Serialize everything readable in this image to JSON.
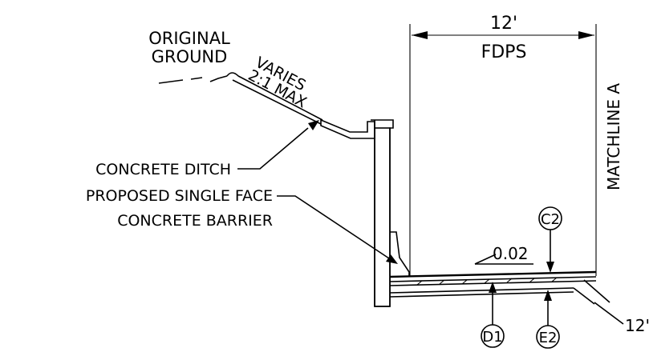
{
  "labels": {
    "original_ground_line1": "ORIGINAL",
    "original_ground_line2": "GROUND",
    "slope_line1": "VARIES",
    "slope_line2": "2:1 MAX",
    "concrete_ditch": "CONCRETE DITCH",
    "barrier_line1": "PROPOSED SINGLE FACE",
    "barrier_line2": "CONCRETE BARRIER",
    "dimension_value": "12'",
    "dimension_label": "FDPS",
    "matchline": "MATCHLINE A",
    "cross_slope": "0.02",
    "callout_right_width": "12'"
  },
  "callouts": {
    "c2": "C2",
    "d1": "D1",
    "e2": "E2"
  }
}
